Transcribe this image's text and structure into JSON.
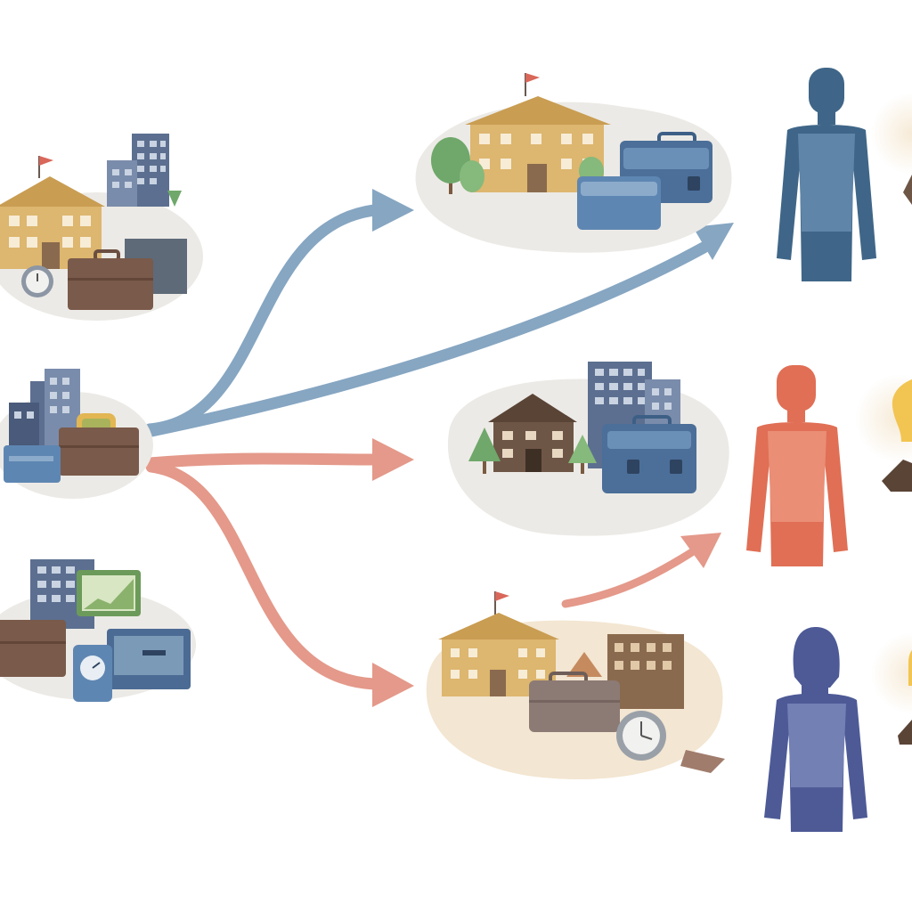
{
  "palette": {
    "background": "#ffffff",
    "blob_light": "#eceae6",
    "blob_warm": "#f3e6d2",
    "arrow_blue": "#86a6c2",
    "arrow_salmon": "#e4998a",
    "building_gold": "#ddb66f",
    "building_gold_dark": "#c99d52",
    "building_brown": "#6e5646",
    "tower_blue": "#5c6f90",
    "case_brown": "#7a5a4a",
    "case_blue": "#5e86b2",
    "case_grey": "#8c7a74",
    "tree_green": "#6fa86a",
    "flag_red": "#d9675a",
    "person_blue": "#3f6688",
    "person_salmon": "#e06f55",
    "person_indigo": "#4d5a96",
    "bulb_yellow": "#f2c451",
    "bulb_glow": "#f6ead6"
  },
  "diagram": {
    "sources": [
      {
        "name": "source-cluster-top",
        "contents": [
          "school-building",
          "office-tower",
          "briefcase",
          "stopwatch"
        ]
      },
      {
        "name": "source-cluster-middle",
        "contents": [
          "office-tower",
          "briefcase",
          "suitcase",
          "document-badge"
        ]
      },
      {
        "name": "source-cluster-bottom",
        "contents": [
          "office-tower",
          "briefcase",
          "monitor-chart",
          "gauge"
        ]
      }
    ],
    "destinations": [
      {
        "name": "destination-cluster-top",
        "contents": [
          "school-building",
          "trees",
          "briefcase-blue"
        ]
      },
      {
        "name": "destination-cluster-middle",
        "contents": [
          "house",
          "office-tower",
          "briefcase-blue"
        ]
      },
      {
        "name": "destination-cluster-bottom",
        "contents": [
          "school-building",
          "office-building",
          "briefcase-grey",
          "stopwatch"
        ]
      }
    ],
    "people": [
      {
        "name": "person-blue",
        "color_key": "person_blue"
      },
      {
        "name": "person-salmon",
        "color_key": "person_salmon"
      },
      {
        "name": "person-indigo",
        "color_key": "person_indigo"
      }
    ],
    "flows": [
      {
        "name": "arrow-to-destination-top",
        "color_key": "arrow_blue"
      },
      {
        "name": "arrow-to-person-blue",
        "color_key": "arrow_blue"
      },
      {
        "name": "arrow-to-destination-middle",
        "color_key": "arrow_salmon"
      },
      {
        "name": "arrow-to-destination-bottom",
        "color_key": "arrow_salmon"
      },
      {
        "name": "arrow-to-person-salmon",
        "color_key": "arrow_salmon"
      }
    ]
  }
}
